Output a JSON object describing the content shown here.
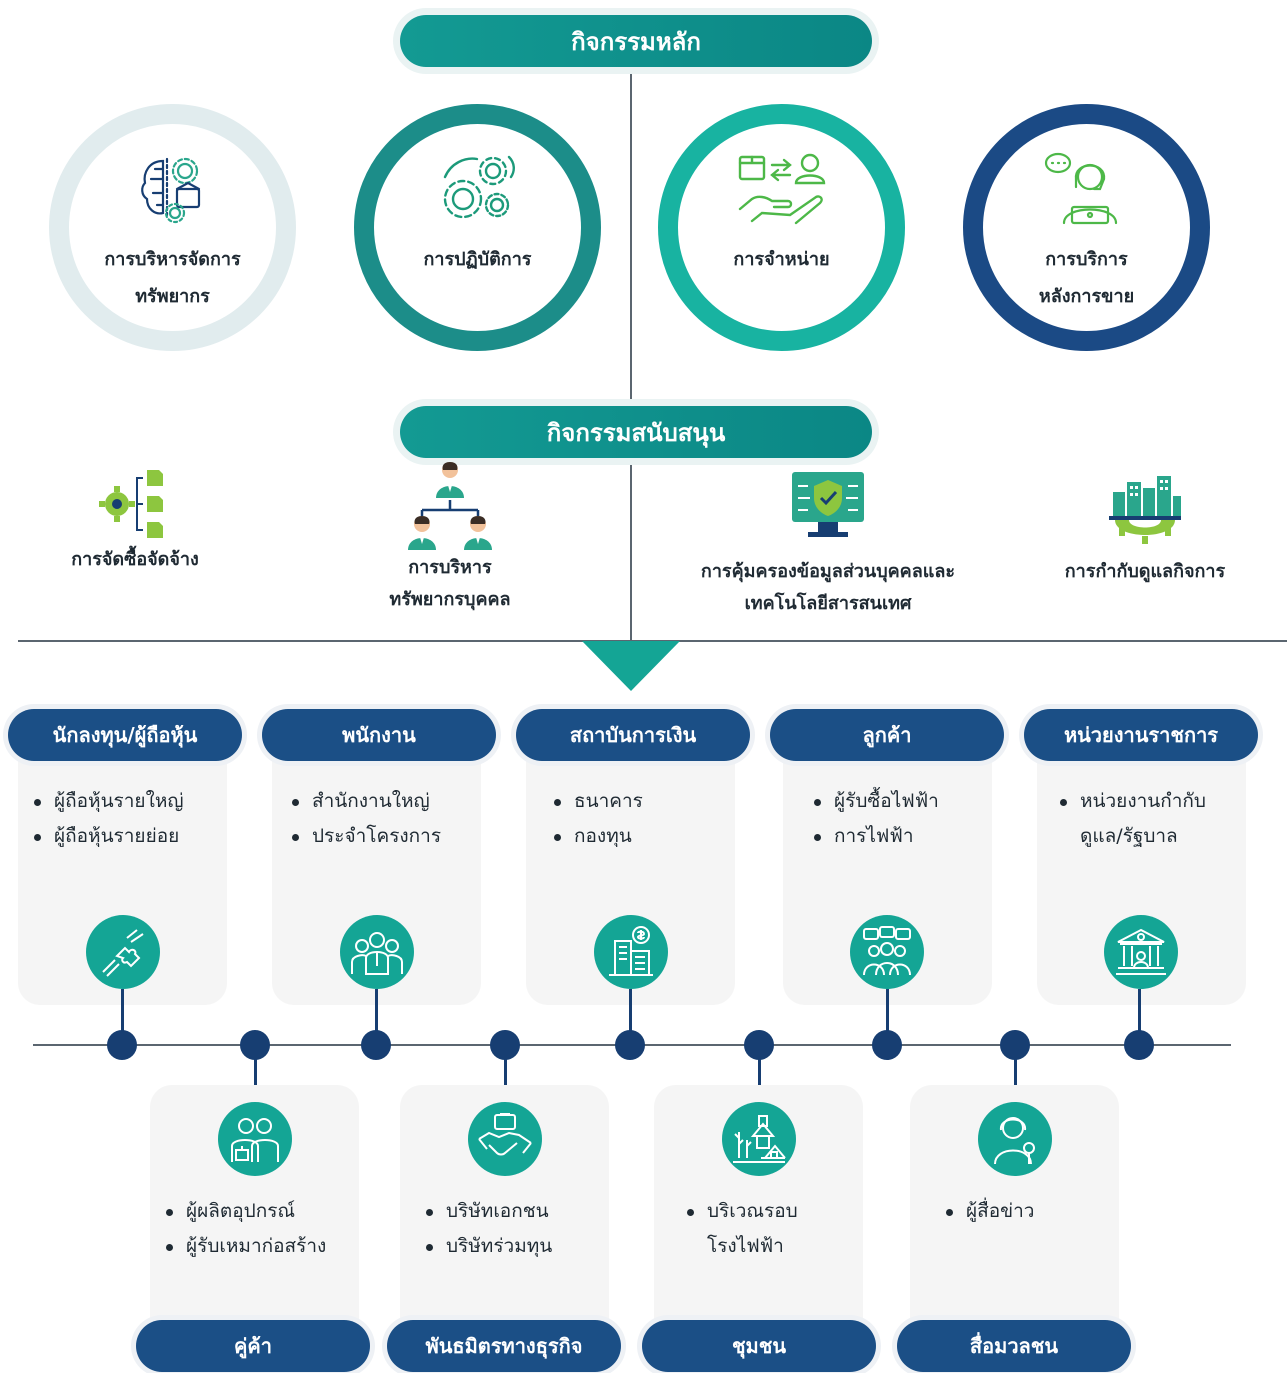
{
  "core": {
    "title": "กิจกรรมหลัก",
    "items": [
      {
        "label": "การบริหารจัดการทรัพยากร",
        "line1": "การบริหารจัดการ",
        "line2": "ทรัพยากร",
        "icon": "brain-gears-icon",
        "ring_color": "#e1ecee"
      },
      {
        "label": "การปฏิบัติการ",
        "line1": "การปฏิบัติการ",
        "line2": "",
        "icon": "gears-icon",
        "ring_color": "#1c8d89"
      },
      {
        "label": "การจำหน่าย",
        "line1": "การจำหน่าย",
        "line2": "",
        "icon": "delivery-hand-icon",
        "ring_color": "#18b3a1"
      },
      {
        "label": "การบริการหลังการขาย",
        "line1": "การบริการ",
        "line2": "หลังการขาย",
        "icon": "call-center-agent-icon",
        "ring_color": "#1b4a85"
      }
    ]
  },
  "support": {
    "title": "กิจกรรมสนับสนุน",
    "items": [
      {
        "line1": "การจัดซื้อจัดจ้าง",
        "line2": "",
        "icon": "procurement-gear-icon"
      },
      {
        "line1": "การบริหาร",
        "line2": "ทรัพยากรบุคคล",
        "icon": "org-chart-people-icon"
      },
      {
        "line1": "การคุ้มครองข้อมูลส่วนบุคคลและ",
        "line2": "เทคโนโลยีสารสนเทศ",
        "icon": "shield-monitor-icon"
      },
      {
        "line1": "การกำกับดูแลกิจการ",
        "line2": "",
        "icon": "city-gear-icon"
      }
    ]
  },
  "stakeholders_top": [
    {
      "label": "นักลงทุน/ผู้ถือหุ้น",
      "bullets": [
        "ผู้ถือหุ้นรายใหญ่",
        "ผู้ถือหุ้นรายย่อย"
      ],
      "icon": "puzzle-hands-icon"
    },
    {
      "label": "พนักงาน",
      "bullets": [
        "สำนักงานใหญ่",
        "ประจำโครงการ"
      ],
      "icon": "employees-group-icon"
    },
    {
      "label": "สถาบันการเงิน",
      "bullets": [
        "ธนาคาร",
        "กองทุน"
      ],
      "icon": "bank-building-dollar-icon"
    },
    {
      "label": "ลูกค้า",
      "bullets": [
        "ผู้รับซื้อไฟฟ้า",
        "การไฟฟ้า"
      ],
      "icon": "customers-hearts-icon"
    },
    {
      "label": "หน่วยงานราชการ",
      "bullets": [
        "หน่วยงานกำกับ",
        "ดูแล/รัฐบาล"
      ],
      "bullet_count": 1,
      "icon": "government-building-icon"
    }
  ],
  "stakeholders_bottom": [
    {
      "label": "คู่ค้า",
      "bullets": [
        "ผู้ผลิตอุปกรณ์",
        "ผู้รับเหมาก่อสร้าง"
      ],
      "icon": "partners-people-icon"
    },
    {
      "label": "พันธมิตรทางธุรกิจ",
      "bullets": [
        "บริษัทเอกชน",
        "บริษัทร่วมทุน"
      ],
      "icon": "handshake-briefcase-icon"
    },
    {
      "label": "ชุมชน",
      "bullets": [
        "บริเวณรอบ",
        "โรงไฟฟ้า"
      ],
      "bullet_count": 1,
      "icon": "community-house-icon"
    },
    {
      "label": "สื่อมวลชน",
      "bullets": [
        "ผู้สื่อข่าว"
      ],
      "icon": "reporter-microphone-icon"
    }
  ],
  "colors": {
    "teal": "#14a595",
    "navy": "#1b4f86",
    "dark_navy": "#173e72",
    "card_bg": "#f5f5f5"
  }
}
